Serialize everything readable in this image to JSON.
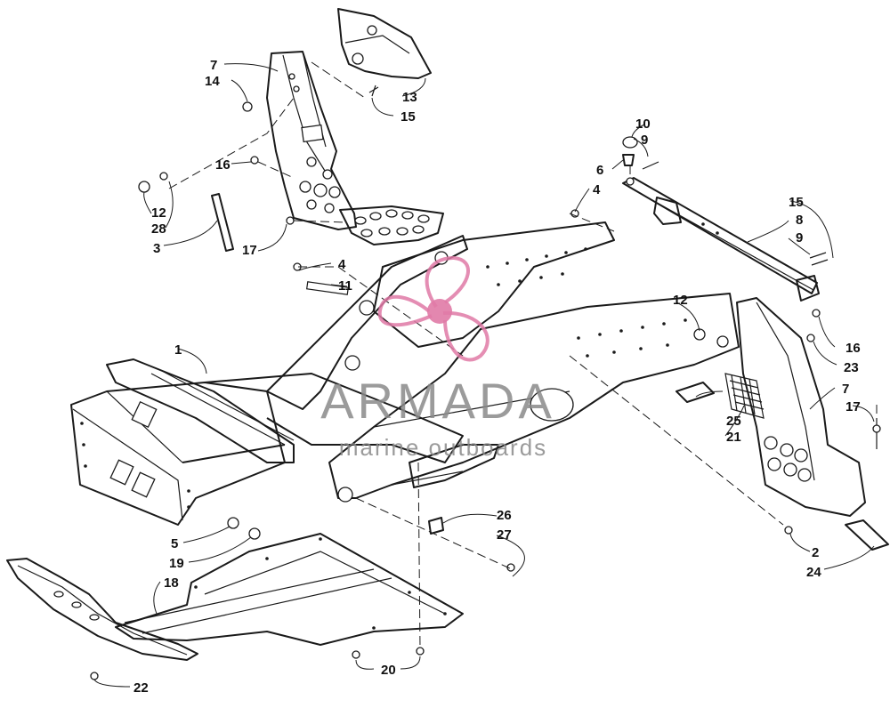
{
  "watermark": {
    "brand": "ARMADA",
    "tagline": "marine outboards",
    "logo_color": "#e07aa6",
    "text_color": "#8a8a8a"
  },
  "callouts": [
    {
      "id": "c7a",
      "label": "7"
    },
    {
      "id": "c14",
      "label": "14"
    },
    {
      "id": "c13",
      "label": "13"
    },
    {
      "id": "c15a",
      "label": "15"
    },
    {
      "id": "c16a",
      "label": "16"
    },
    {
      "id": "c12a",
      "label": "12"
    },
    {
      "id": "c28",
      "label": "28"
    },
    {
      "id": "c3",
      "label": "3"
    },
    {
      "id": "c17a",
      "label": "17"
    },
    {
      "id": "c4a",
      "label": "4"
    },
    {
      "id": "c11",
      "label": "11"
    },
    {
      "id": "c10",
      "label": "10"
    },
    {
      "id": "c9a",
      "label": "9"
    },
    {
      "id": "c6",
      "label": "6"
    },
    {
      "id": "c4b",
      "label": "4"
    },
    {
      "id": "c15b",
      "label": "15"
    },
    {
      "id": "c8",
      "label": "8"
    },
    {
      "id": "c9b",
      "label": "9"
    },
    {
      "id": "c12b",
      "label": "12"
    },
    {
      "id": "c16b",
      "label": "16"
    },
    {
      "id": "c23",
      "label": "23"
    },
    {
      "id": "c7b",
      "label": "7"
    },
    {
      "id": "c17b",
      "label": "17"
    },
    {
      "id": "c25",
      "label": "25"
    },
    {
      "id": "c21",
      "label": "21"
    },
    {
      "id": "c1",
      "label": "1"
    },
    {
      "id": "c5",
      "label": "5"
    },
    {
      "id": "c19",
      "label": "19"
    },
    {
      "id": "c18",
      "label": "18"
    },
    {
      "id": "c26",
      "label": "26"
    },
    {
      "id": "c27",
      "label": "27"
    },
    {
      "id": "c2",
      "label": "2"
    },
    {
      "id": "c24",
      "label": "24"
    },
    {
      "id": "c20",
      "label": "20"
    },
    {
      "id": "c22",
      "label": "22"
    }
  ]
}
